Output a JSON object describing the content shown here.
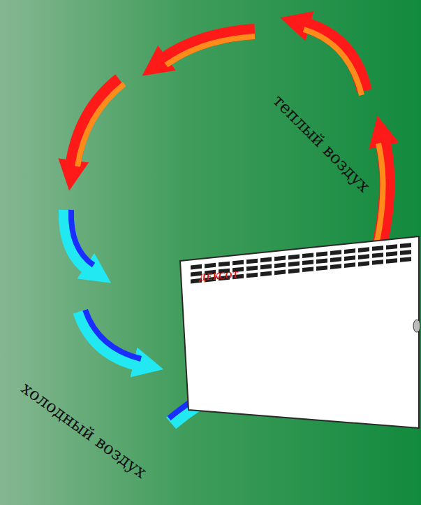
{
  "diagram": {
    "nodes": [
      {
        "text": [
          "ДЕКСОТ"
        ]
      }
    ],
    "labels": [
      "теплый воздух",
      "холодный воздух"
    ]
  }
}
